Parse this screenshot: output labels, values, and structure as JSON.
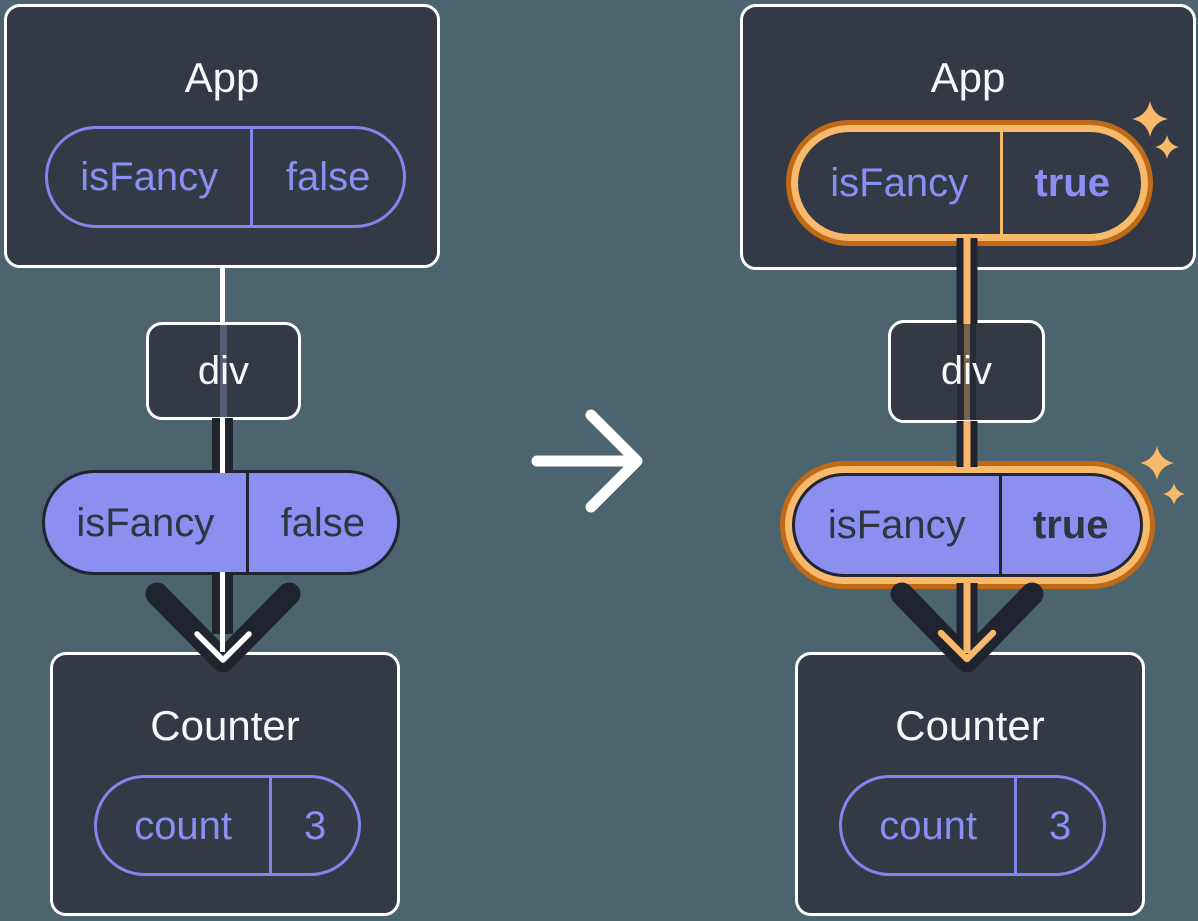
{
  "page": {
    "background_color": "#4C6470",
    "description_icons": {
      "transition": "right-arrow-icon",
      "highlight": "sparkle-icon"
    }
  },
  "colors": {
    "card_background": "#333A46",
    "card_border": "#FFFFFF",
    "purple_outline": "#8285EC",
    "purple_text": "#8B8EF4",
    "purple_fill": "#8A8FF0",
    "dark_arrow": "#20242E",
    "dark_text": "#2E3440",
    "orange_dark": "#C06A15",
    "orange_light": "#F8B96B",
    "white_text": "#F6F7F9"
  },
  "before": {
    "app_card": {
      "title": "App",
      "state_pill": {
        "name": "isFancy",
        "value": "false"
      }
    },
    "div_node": {
      "label": "div"
    },
    "prop_pill": {
      "name": "isFancy",
      "value": "false"
    },
    "counter_card": {
      "title": "Counter",
      "state_pill": {
        "name": "count",
        "value": "3"
      }
    }
  },
  "after": {
    "app_card": {
      "title": "App",
      "state_pill": {
        "name": "isFancy",
        "value": "true"
      },
      "highlighted": true
    },
    "div_node": {
      "label": "div"
    },
    "prop_pill": {
      "name": "isFancy",
      "value": "true",
      "highlighted": true
    },
    "counter_card": {
      "title": "Counter",
      "state_pill": {
        "name": "count",
        "value": "3"
      }
    }
  }
}
